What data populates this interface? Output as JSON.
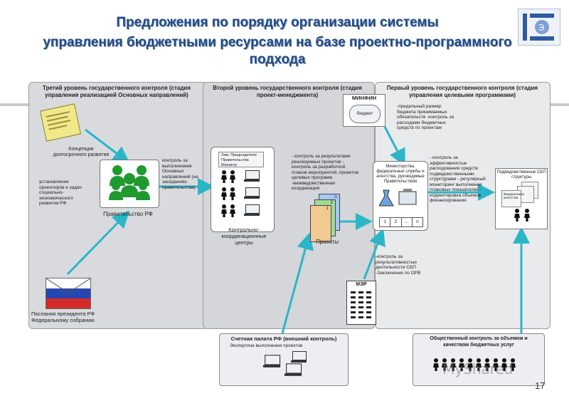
{
  "header": {
    "title_line1": "Предложения по порядку организации системы",
    "title_line2": "управления бюджетными ресурсами на базе проектно-программного подхода"
  },
  "zones": {
    "third": "Третий уровень государственного контроля (стадия управления реализацией Основных направлений)",
    "second": "Второй уровень государственного контроля (стадия проект-менеджмента)",
    "first": "Первый уровень государственного контроля (стадия управления целевыми программами)"
  },
  "left": {
    "concept": "Концепция долгосрочного развития",
    "goals": "установление ориентиров и задач социально-экономического развития РФ",
    "government": "Правительство РФ",
    "message": "Послания президента РФ Федеральному собранию",
    "control_note": "контроль за выполнением Основных направлений (на заседаниях правительства)"
  },
  "middle": {
    "doc_line1": "Зам. Председателя Правительства",
    "doc_line2": "Министр",
    "centers": "Контрольно-координационные центры",
    "notes": "- контроль за результатами реализуемых проектов - контроль за разработкой планов мероприятий, проектов целевых программ -межведомственная координация",
    "projects": "Проекты",
    "proj_nums": [
      "1",
      "2",
      "n"
    ]
  },
  "minfin": {
    "name": "МИНФИН",
    "cloud": "бюджет",
    "notes": "-предельный размер бюджета принимаемых обязательств -контроль за расходами бюджетных средств по проектам"
  },
  "ministries": {
    "label": "Министерства, федеральные службы и агентства, руководимые Правительством",
    "nums": [
      "1",
      "2",
      "...",
      "n"
    ],
    "notes": "- контроль за эффективностью расходования средств подведомственными структурами - регулярный мониторинг выполнения плановых показателей - корректировка объемов финансирования"
  },
  "subordinate": {
    "label": "Подведомственные СБП структуры",
    "mini": "Федеральные агентства"
  },
  "mer": {
    "name": "МЭР",
    "notes": "-контроль за результативностью деятельности СБП -Заключение по ОРВ"
  },
  "audit": {
    "title": "Счетная палата РФ (внешний контроль)",
    "item": "Экспертиза выполнения проектов"
  },
  "public": {
    "title": "Общественный контроль за объемом и качеством бюджетных услуг"
  },
  "footer": {
    "page": "17",
    "watermark": "MyShared"
  },
  "colors": {
    "title": "#1f4a8a",
    "zone_third": "#d9dadd",
    "zone_second": "#d4d6da",
    "zone_first": "#e9eaec",
    "arrow": "#2bb6c8",
    "people": "#1e9a2e",
    "note": "#f1e987"
  }
}
